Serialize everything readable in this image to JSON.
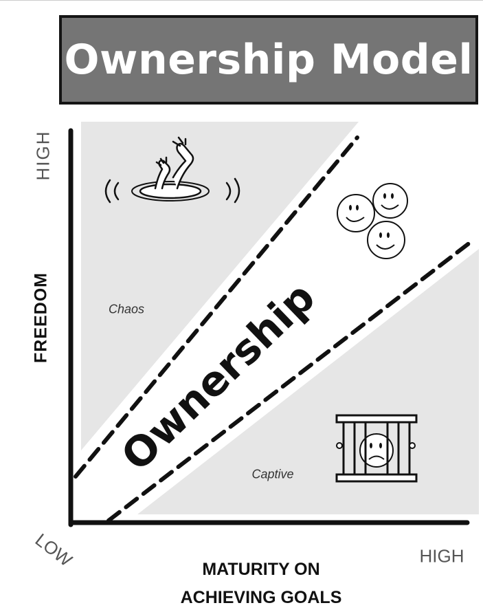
{
  "title": "Ownership Model",
  "axes": {
    "y": {
      "title": "FREEDOM",
      "high_label": "HIGH"
    },
    "x": {
      "title": "MATURITY ON ACHIEVING GOALS",
      "low_label": "LOW",
      "high_label": "HIGH"
    }
  },
  "zones": {
    "upper_left": {
      "label": "Chaos",
      "icon": "drowning-hands-icon"
    },
    "middle_band": {
      "label": "Ownership",
      "icon": "happy-faces-icon"
    },
    "lower_right": {
      "label": "Captive",
      "icon": "caged-sad-face-icon"
    }
  },
  "colors": {
    "title_background": "#757575",
    "title_text": "#ffffff",
    "zone_fill": "#e6e6e6",
    "axis_line": "#111111"
  }
}
